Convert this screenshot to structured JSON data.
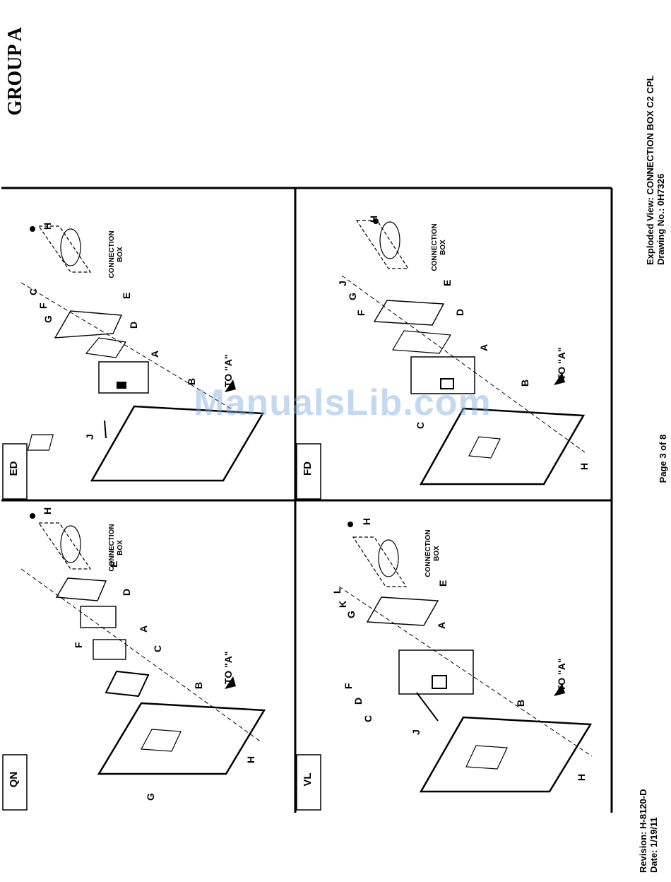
{
  "header": {
    "group_title": "GROUP A",
    "drawing_title": "Exploded View: CONNECTION BOX C2 CPL",
    "drawing_no": "Drawing No.: 0H7326"
  },
  "footer": {
    "page": "Page 3 of 8",
    "revision": "Revision: H-8120-D",
    "date": "Date: 1/19/11"
  },
  "watermark": "ManualsLib.com",
  "quadrants": {
    "qn": {
      "label": "QN",
      "parts": [
        "A",
        "B",
        "C",
        "D",
        "E",
        "F",
        "G",
        "H"
      ],
      "to_a": "TO \"A\"",
      "box": [
        "CONNECTION",
        "BOX"
      ]
    },
    "ed": {
      "label": "ED",
      "parts": [
        "A",
        "B",
        "C",
        "D",
        "E",
        "F",
        "G",
        "H",
        "J"
      ],
      "to_a": "TO \"A\"",
      "box": [
        "CONNECTION",
        "BOX"
      ]
    },
    "vl": {
      "label": "VL",
      "parts": [
        "A",
        "B",
        "C",
        "D",
        "E",
        "F",
        "G",
        "H",
        "J",
        "K",
        "L"
      ],
      "to_a": "TO \"A\"",
      "box": [
        "CONNECTION",
        "BOX"
      ]
    },
    "fd": {
      "label": "FD",
      "parts": [
        "A",
        "B",
        "C",
        "D",
        "E",
        "F",
        "G",
        "H",
        "J"
      ],
      "to_a": "TO \"A\"",
      "box": [
        "CONNECTION",
        "BOX"
      ]
    }
  }
}
